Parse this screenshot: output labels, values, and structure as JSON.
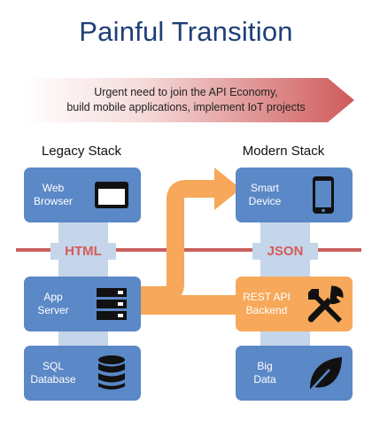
{
  "title": "Painful Transition",
  "banner": {
    "line1": "Urgent need to join the API Economy,",
    "line2": "build mobile applications, implement IoT projects"
  },
  "legacy": {
    "heading": "Legacy Stack",
    "boxes": [
      {
        "label1": "Web",
        "label2": "Browser",
        "icon": "browser-window-icon"
      },
      {
        "label1": "App",
        "label2": "Server",
        "icon": "server-rack-icon"
      },
      {
        "label1": "SQL",
        "label2": "Database",
        "icon": "database-icon"
      }
    ],
    "format": "HTML"
  },
  "modern": {
    "heading": "Modern Stack",
    "boxes": [
      {
        "label1": "Smart",
        "label2": "Device",
        "icon": "smartphone-icon"
      },
      {
        "label1": "REST API",
        "label2": "Backend",
        "icon": "tools-icon"
      },
      {
        "label1": "Big",
        "label2": "Data",
        "icon": "leaf-icon"
      }
    ],
    "format": "JSON"
  },
  "colors": {
    "title": "#1f3f78",
    "legacy_box": "#5b88c6",
    "highlight_box": "#f7a85a",
    "format_label": "#d65a58",
    "pillar": "#c5d6ea",
    "banner_start": "#ffffff",
    "banner_end": "#cf5a5a"
  }
}
